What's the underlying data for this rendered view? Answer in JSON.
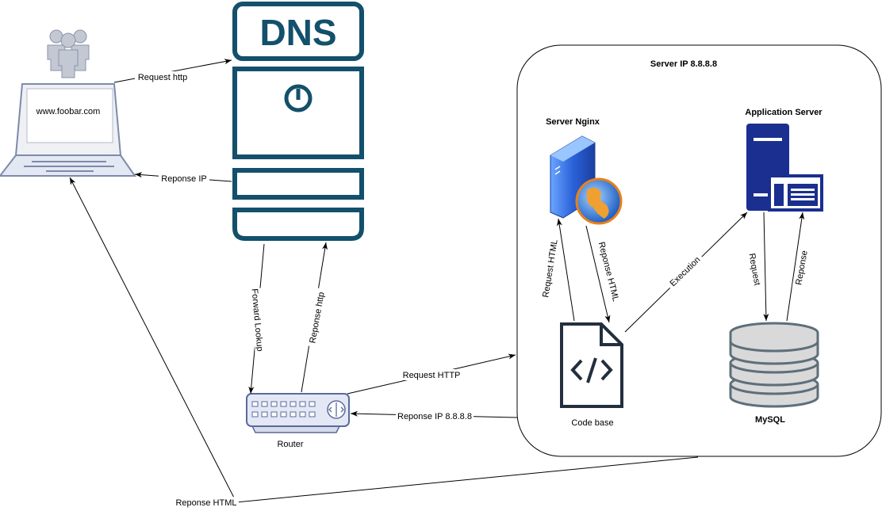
{
  "server_box": {
    "title": "Server IP 8.8.8.8"
  },
  "laptop": {
    "screen_text": "www.foobar.com"
  },
  "dns": {
    "title": "DNS"
  },
  "router": {
    "label": "Router"
  },
  "nginx": {
    "label": "Server Nginx"
  },
  "app_server": {
    "label": "Application Server"
  },
  "codebase": {
    "label": "Code base"
  },
  "mysql": {
    "label": "MySQL"
  },
  "edges": {
    "request_http_dns": "Request http",
    "reponse_ip": "Reponse IP",
    "forward_lookup": "Forward Lookup",
    "reponse_http": "Reponse http",
    "request_http_server": "Request HTTP",
    "reponse_ip_8888": "Reponse IP 8.8.8.8",
    "reponse_html_client": "Reponse HTML",
    "request_html": "Request HTML",
    "reponse_html_nginx": "Reponse HTML",
    "execution": "Execution",
    "request_db": "Request",
    "reponse_db": "Reponse"
  },
  "colors": {
    "dns_stroke": "#13506b",
    "router_fill": "#e4e8f5",
    "router_stroke": "#5a6a9e",
    "laptop_stroke": "#7d8aab",
    "app_server_fill": "#1a2f8f",
    "db_fill": "#d9d9d9",
    "db_stroke": "#5e6f7a",
    "codebase_stroke": "#232f3e",
    "users_fill": "#c3c8d3"
  }
}
